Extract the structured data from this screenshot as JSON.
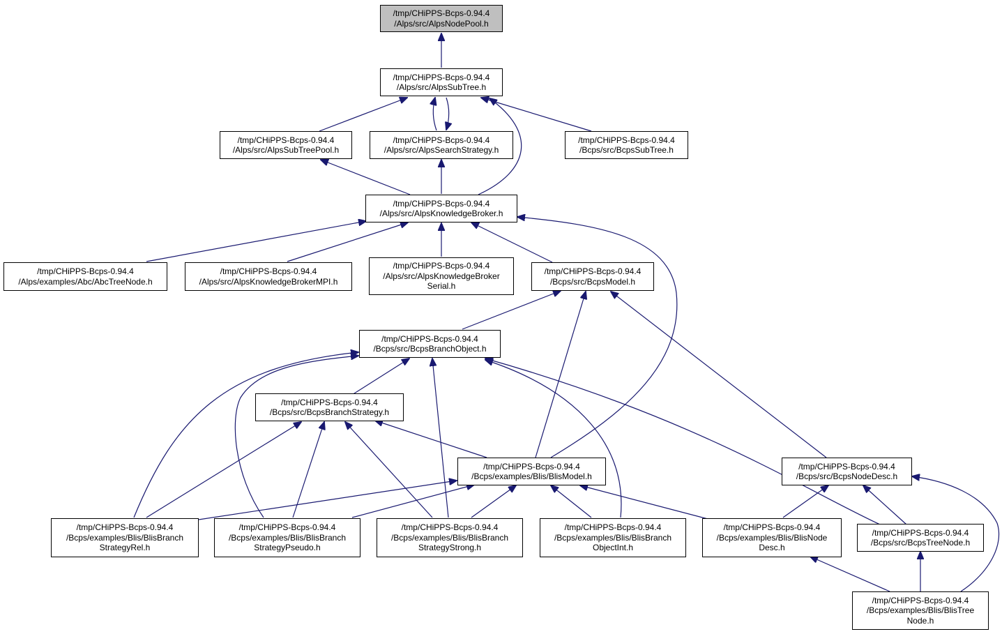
{
  "colors": {
    "edge": "#191970",
    "root_fill": "#bfbfbf",
    "border": "#000000"
  },
  "nodes": {
    "alpsnodepool": {
      "lines": [
        "/tmp/CHiPPS-Bcps-0.94.4",
        "/Alps/src/AlpsNodePool.h"
      ]
    },
    "alpssubtree": {
      "lines": [
        "/tmp/CHiPPS-Bcps-0.94.4",
        "/Alps/src/AlpsSubTree.h"
      ]
    },
    "alpssubtreepool": {
      "lines": [
        "/tmp/CHiPPS-Bcps-0.94.4",
        "/Alps/src/AlpsSubTreePool.h"
      ]
    },
    "alpssearchstrategy": {
      "lines": [
        "/tmp/CHiPPS-Bcps-0.94.4",
        "/Alps/src/AlpsSearchStrategy.h"
      ]
    },
    "bcpssubtree": {
      "lines": [
        "/tmp/CHiPPS-Bcps-0.94.4",
        "/Bcps/src/BcpsSubTree.h"
      ]
    },
    "alpsknowledgebroker": {
      "lines": [
        "/tmp/CHiPPS-Bcps-0.94.4",
        "/Alps/src/AlpsKnowledgeBroker.h"
      ]
    },
    "abctreenode": {
      "lines": [
        "/tmp/CHiPPS-Bcps-0.94.4",
        "/Alps/examples/Abc/AbcTreeNode.h"
      ]
    },
    "alpsknowledgebrokermpi": {
      "lines": [
        "/tmp/CHiPPS-Bcps-0.94.4",
        "/Alps/src/AlpsKnowledgeBrokerMPI.h"
      ]
    },
    "alpsknowledgebrokerserial": {
      "lines": [
        "/tmp/CHiPPS-Bcps-0.94.4",
        "/Alps/src/AlpsKnowledgeBroker",
        "Serial.h"
      ]
    },
    "bcpsmodel": {
      "lines": [
        "/tmp/CHiPPS-Bcps-0.94.4",
        "/Bcps/src/BcpsModel.h"
      ]
    },
    "bcpsbranchobject": {
      "lines": [
        "/tmp/CHiPPS-Bcps-0.94.4",
        "/Bcps/src/BcpsBranchObject.h"
      ]
    },
    "bcpsbranchstrategy": {
      "lines": [
        "/tmp/CHiPPS-Bcps-0.94.4",
        "/Bcps/src/BcpsBranchStrategy.h"
      ]
    },
    "blismodel": {
      "lines": [
        "/tmp/CHiPPS-Bcps-0.94.4",
        "/Bcps/examples/Blis/BlisModel.h"
      ]
    },
    "bcpsnodedesc": {
      "lines": [
        "/tmp/CHiPPS-Bcps-0.94.4",
        "/Bcps/src/BcpsNodeDesc.h"
      ]
    },
    "blisbranchstrategyrel": {
      "lines": [
        "/tmp/CHiPPS-Bcps-0.94.4",
        "/Bcps/examples/Blis/BlisBranch",
        "StrategyRel.h"
      ]
    },
    "blisbranchstrategypseudo": {
      "lines": [
        "/tmp/CHiPPS-Bcps-0.94.4",
        "/Bcps/examples/Blis/BlisBranch",
        "StrategyPseudo.h"
      ]
    },
    "blisbranchstrategystrong": {
      "lines": [
        "/tmp/CHiPPS-Bcps-0.94.4",
        "/Bcps/examples/Blis/BlisBranch",
        "StrategyStrong.h"
      ]
    },
    "blisbranchobjectint": {
      "lines": [
        "/tmp/CHiPPS-Bcps-0.94.4",
        "/Bcps/examples/Blis/BlisBranch",
        "ObjectInt.h"
      ]
    },
    "blisnodedesc": {
      "lines": [
        "/tmp/CHiPPS-Bcps-0.94.4",
        "/Bcps/examples/Blis/BlisNode",
        "Desc.h"
      ]
    },
    "bcpstreenode": {
      "lines": [
        "/tmp/CHiPPS-Bcps-0.94.4",
        "/Bcps/src/BcpsTreeNode.h"
      ]
    },
    "blistreenode": {
      "lines": [
        "/tmp/CHiPPS-Bcps-0.94.4",
        "/Bcps/examples/Blis/BlisTree",
        "Node.h"
      ]
    }
  }
}
